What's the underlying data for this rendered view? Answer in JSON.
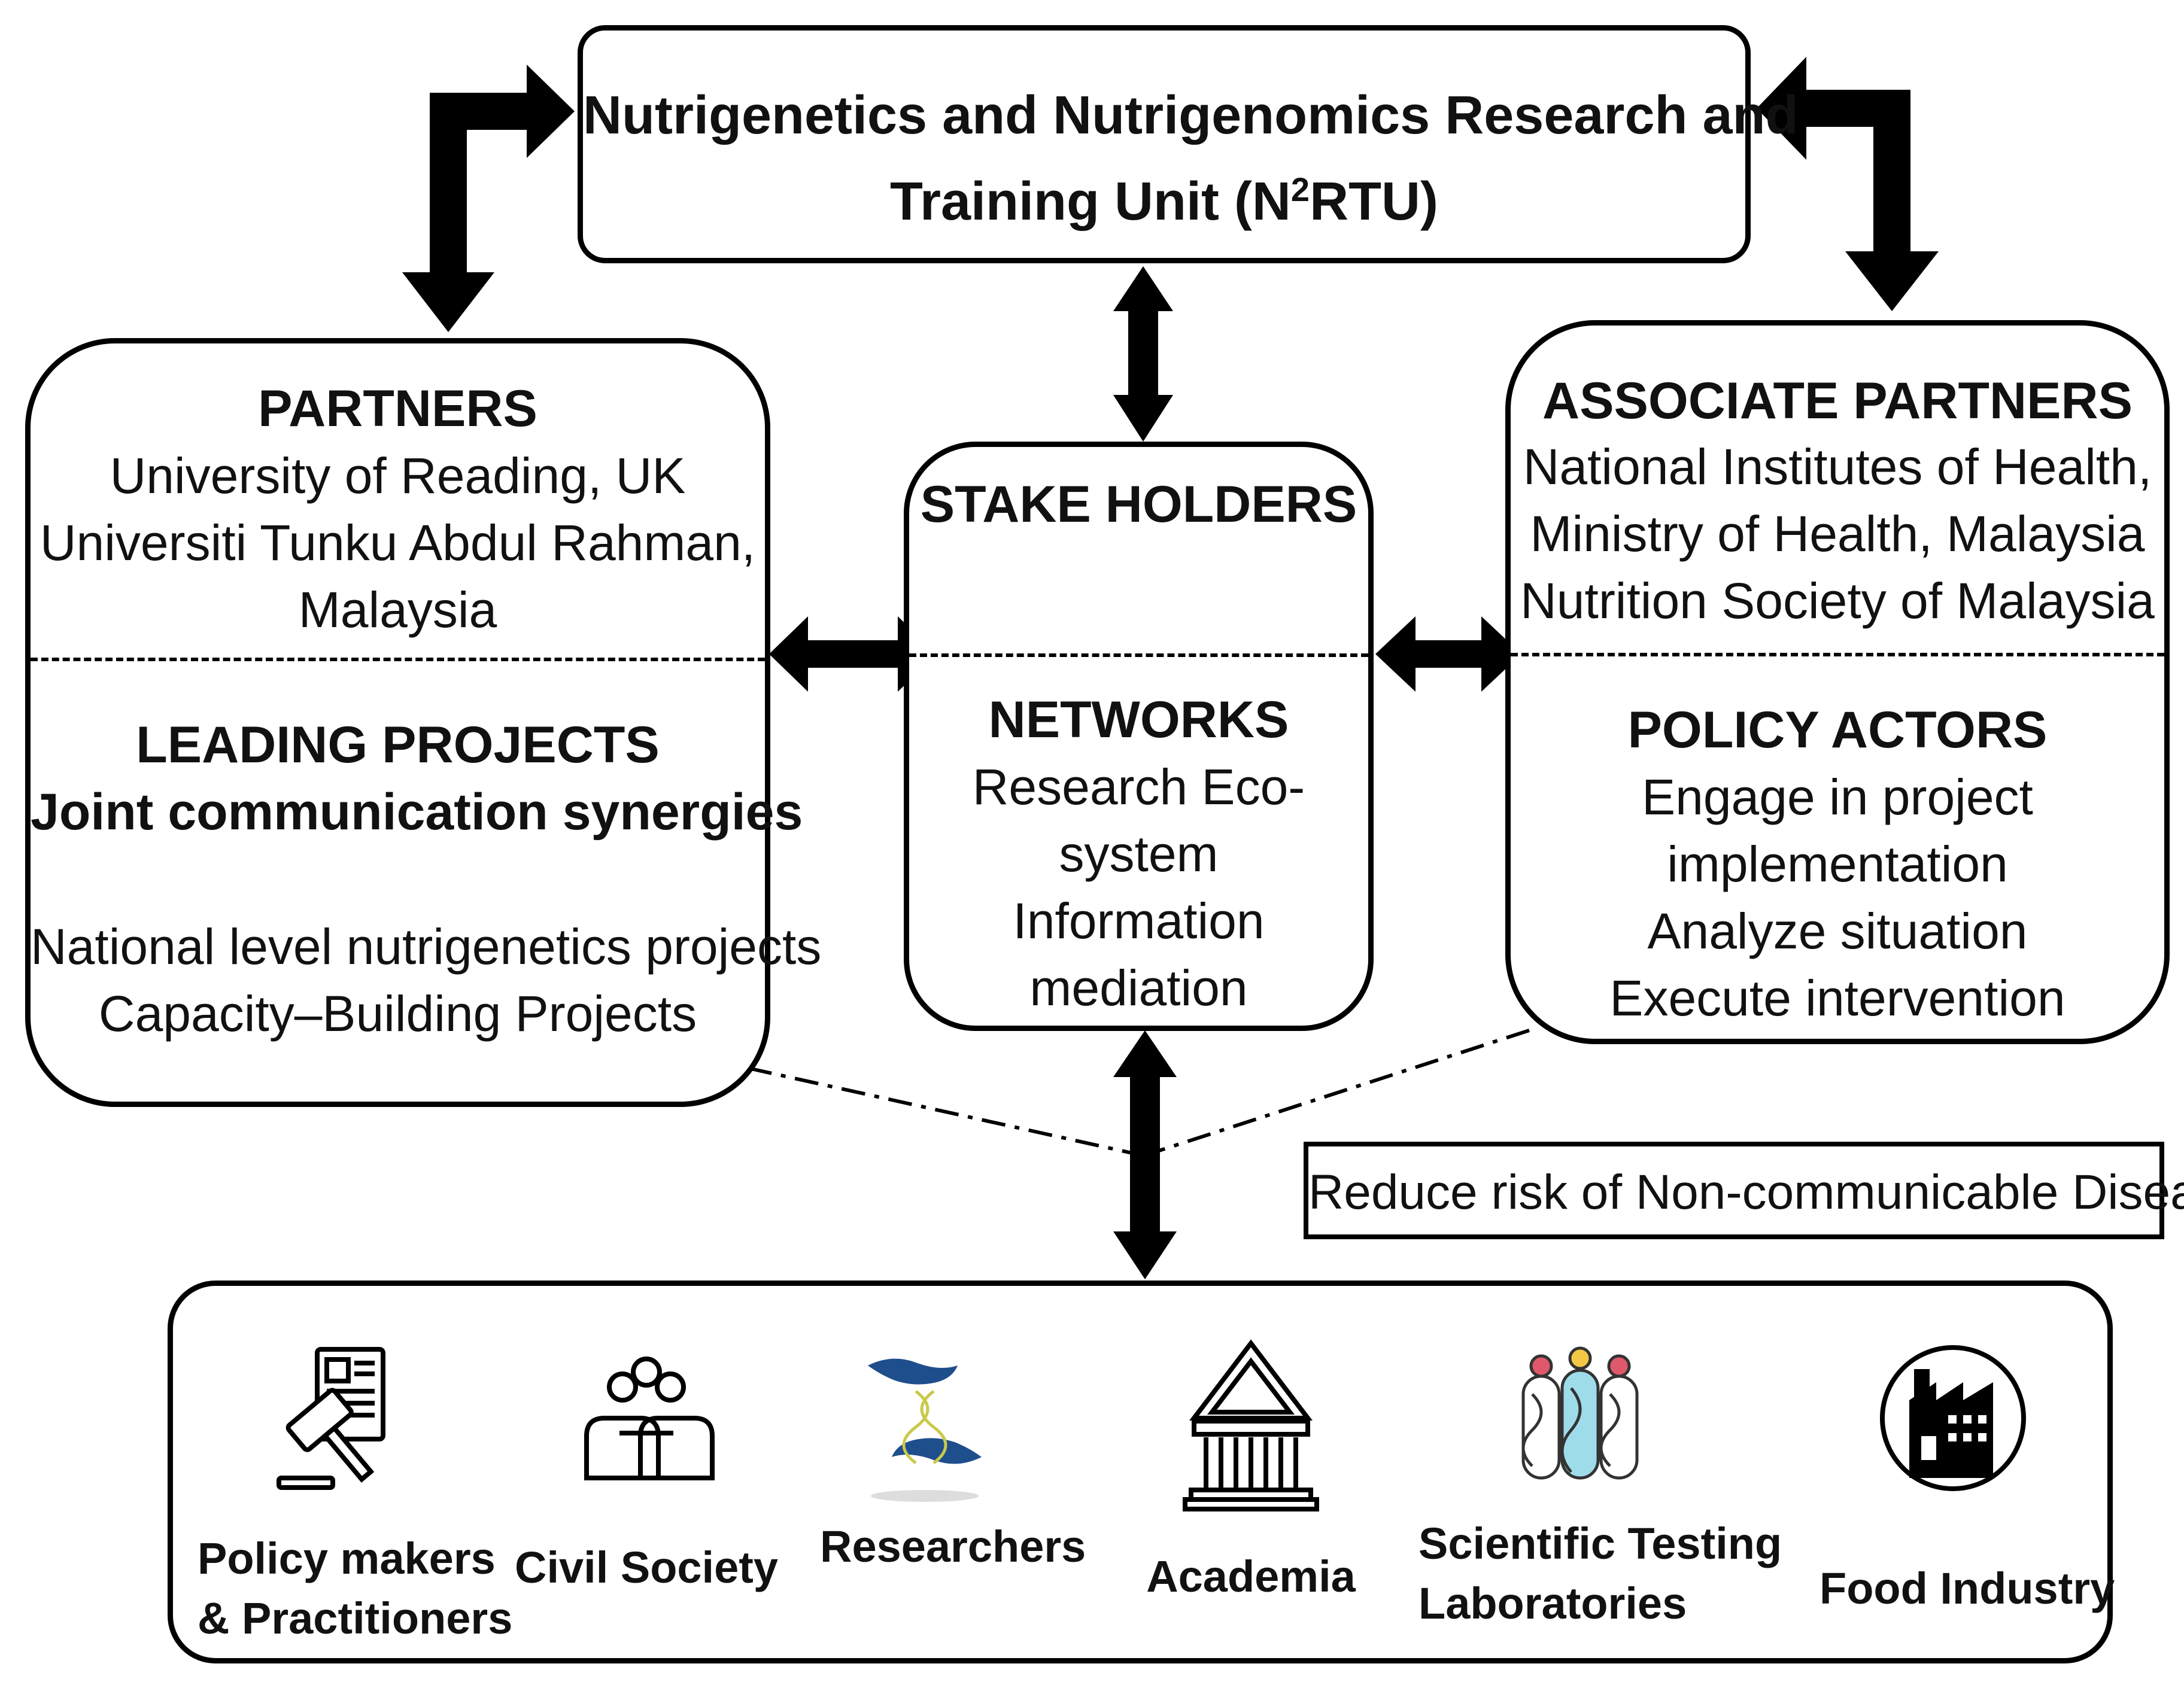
{
  "top": {
    "title_line1": "Nutrigenetics and Nutrigenomics Research and",
    "title_line2_pre": "Training Unit (N",
    "title_line2_sup": "2",
    "title_line2_post": "RTU)"
  },
  "partners": {
    "heading": "PARTNERS",
    "lines": [
      "University of Reading, UK",
      "Universiti Tunku Abdul Rahman,",
      "Malaysia"
    ],
    "projects_heading": "LEADING PROJECTS",
    "projects_subheading": "Joint communication synergies",
    "projects_lines": [
      "National level nutrigenetics projects",
      "Capacity–Building Projects"
    ]
  },
  "stakeholders": {
    "heading": "STAKE HOLDERS",
    "networks_heading": "NETWORKS",
    "networks_lines": [
      "Research Eco-",
      "system",
      "Information",
      "mediation"
    ]
  },
  "associates": {
    "heading": "ASSOCIATE PARTNERS",
    "lines": [
      "National Institutes of Health,",
      "Ministry of Health, Malaysia",
      "Nutrition Society of Malaysia"
    ],
    "policy_heading": "POLICY ACTORS",
    "policy_lines": [
      "Engage in project",
      "implementation",
      "Analyze situation",
      "Execute intervention"
    ]
  },
  "goal": {
    "text": "Reduce risk of Non-communicable Diseases"
  },
  "bottom": {
    "items": [
      {
        "icon": "gavel-document-icon",
        "label_lines": [
          "Policy makers",
          "& Practitioners"
        ]
      },
      {
        "icon": "people-group-icon",
        "label_lines": [
          "Civil Society"
        ]
      },
      {
        "icon": "hands-dna-icon",
        "label_lines": [
          "Researchers"
        ]
      },
      {
        "icon": "institution-building-icon",
        "label_lines": [
          "Academia"
        ]
      },
      {
        "icon": "dna-test-tubes-icon",
        "label_lines": [
          "Scientific Testing",
          "Laboratories"
        ]
      },
      {
        "icon": "factory-icon",
        "label_lines": [
          "Food Industry"
        ]
      }
    ]
  },
  "colors": {
    "ink": "#000000",
    "researcher_blue": "#1f4e8c",
    "lab_cyan": "#9fdcea",
    "lab_red": "#e0596b",
    "lab_yellow": "#f3c845"
  }
}
